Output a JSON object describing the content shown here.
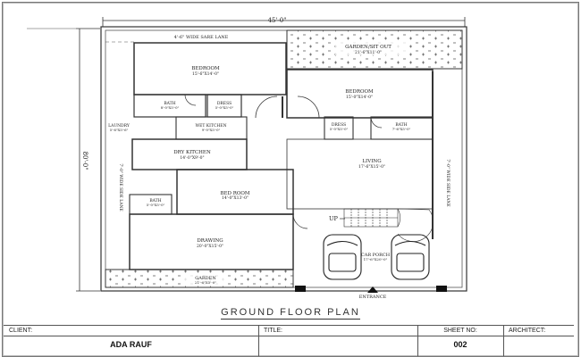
{
  "drawing": {
    "overall_width_dim": "45'-0\"",
    "overall_depth_dim": "80'-0\"",
    "lane_top": "4'-6\" WIDE SARE LANE",
    "lane_right": "7'-0\" WIDE SIDE LANE",
    "lane_left": "7'-0\" WIDE SIDE LANE",
    "rooms": [
      {
        "name": "BEDROOM",
        "size": "15'-6\"X14'-0\""
      },
      {
        "name": "BATH",
        "size": "8'-0\"X5'-0\""
      },
      {
        "name": "DRESS",
        "size": "5'-0\"X5'-0\""
      },
      {
        "name": "GARDEN/SIT OUT",
        "size": "21'-6\"X11'-0\""
      },
      {
        "name": "BEDROOM",
        "size": "15'-0\"X14'-0\""
      },
      {
        "name": "DRESS",
        "size": "5'-0\"X5'-0\""
      },
      {
        "name": "BATH",
        "size": "7'-6\"X5'-0\""
      },
      {
        "name": "LAUNDRY",
        "size": "5'-6\"X5'-6\""
      },
      {
        "name": "WET KITCHEN",
        "size": "9'-0\"X5'-0\""
      },
      {
        "name": "DRY KITCHEN",
        "size": "14'-0\"X9'-0\""
      },
      {
        "name": "LIVING",
        "size": "17'-6\"X15'-0\""
      },
      {
        "name": "BATH",
        "size": "5'-0\"X5'-0\""
      },
      {
        "name": "BED ROOM",
        "size": "14'-0\"X13'-0\""
      },
      {
        "name": "DRAWING",
        "size": "20'-0\"X15'-0\""
      },
      {
        "name": "CAR PORCH",
        "size": "17'-6\"X20'-0\""
      },
      {
        "name": "GARDEN",
        "size": "21'-6\"X5'-0\""
      }
    ],
    "stair_label": "UP",
    "entrance_label": "ENTRANCE"
  },
  "plan_title": "GROUND FLOOR PLAN",
  "title_block": {
    "client_label": "CLIENT:",
    "client_value": "ADA RAUF",
    "title_label": "TITLE:",
    "title_value": "",
    "sheet_label": "SHEET NO:",
    "sheet_value": "002",
    "architect_label": "ARCHITECT:",
    "architect_value": ""
  }
}
